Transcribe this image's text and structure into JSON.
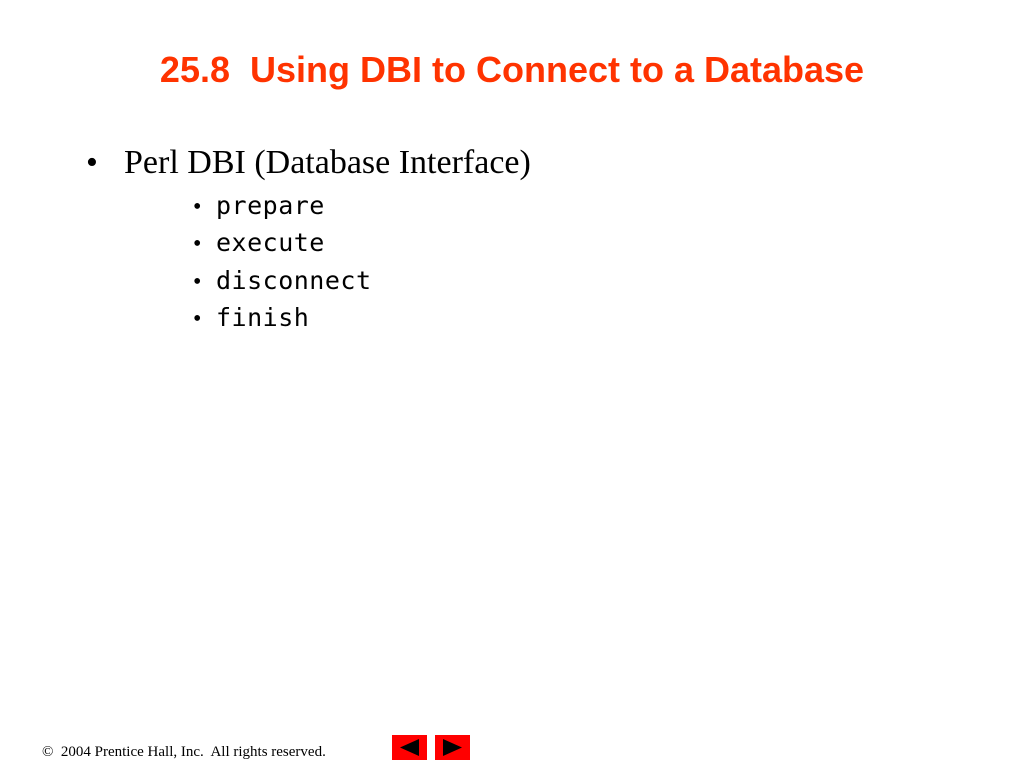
{
  "colors": {
    "title": "#ff3300",
    "nav_button": "#ff0000",
    "nav_arrow": "#000000"
  },
  "slide": {
    "title": "25.8  Using DBI to Connect to a Database",
    "bullet_symbol": "•",
    "bullet": "Perl DBI (Database Interface)",
    "sub_items": [
      "prepare",
      "execute",
      "disconnect",
      "finish"
    ]
  },
  "footer": {
    "copyright": "©  2004 Prentice Hall, Inc.  All rights reserved."
  },
  "nav": {
    "prev_icon": "left-triangle-icon",
    "next_icon": "right-triangle-icon"
  }
}
